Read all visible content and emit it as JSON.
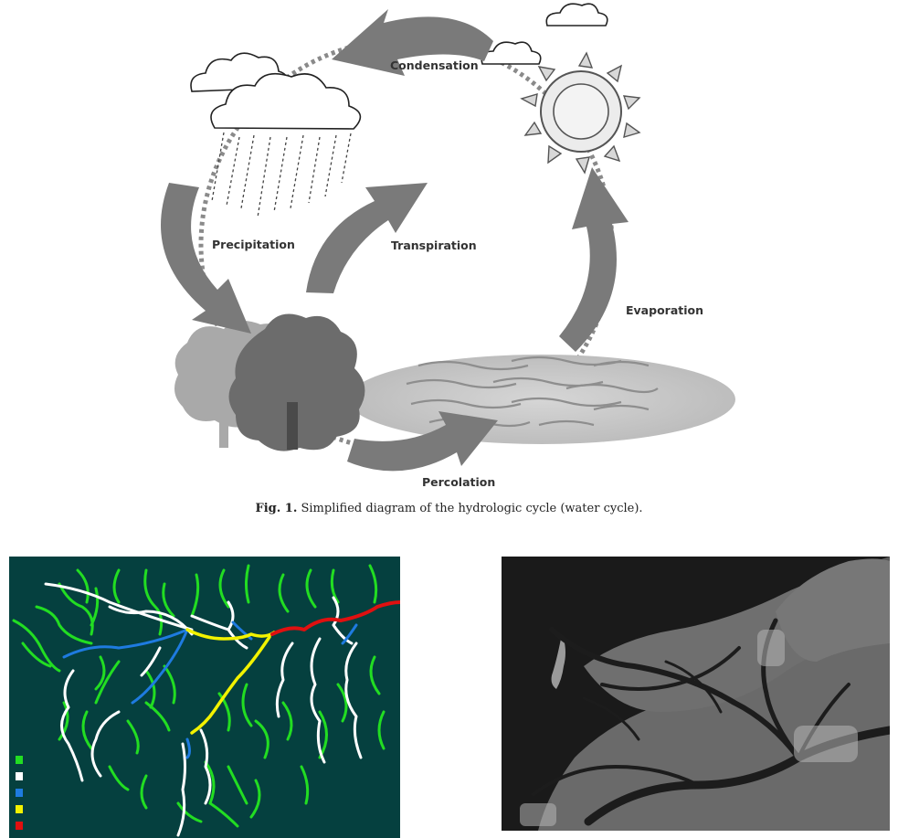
{
  "figure1": {
    "labels": {
      "condensation": "Condensation",
      "precipitation": "Precipitation",
      "transpiration": "Transpiration",
      "evaporation": "Evaporation",
      "percolation": "Percolation"
    },
    "caption_prefix": "Fig. 1.",
    "caption_text": " Simplified diagram of the hydrologic cycle (water cycle)."
  },
  "stream_order_legend": [
    {
      "color": "#22dd22"
    },
    {
      "color": "#ffffff"
    },
    {
      "color": "#1e7be0"
    },
    {
      "color": "#f2f200"
    },
    {
      "color": "#e01010"
    }
  ],
  "colors": {
    "network_background": "#05403f",
    "order1": "#22dd22",
    "order2": "#ffffff",
    "order3": "#1e7be0",
    "order4": "#f2f200",
    "order5": "#e01010",
    "arrow_gray": "#7a7a7a",
    "lake_gray": "#c8c8c8"
  }
}
